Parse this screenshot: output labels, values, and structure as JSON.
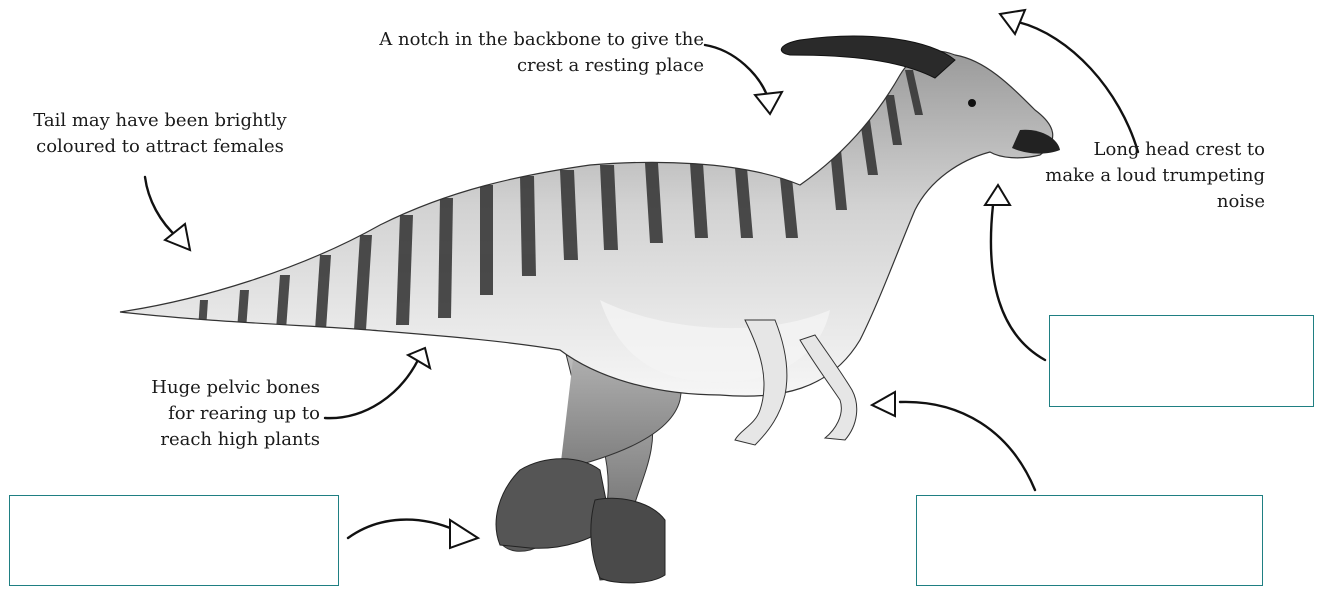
{
  "diagram": {
    "subject": "parasaurolophus-dinosaur",
    "labels": {
      "notch": [
        "A notch in the backbone to give the",
        "crest a resting place"
      ],
      "tail": [
        "Tail may have been brightly",
        "coloured to attract females"
      ],
      "crest": [
        "Long head crest to",
        "make a loud trumpeting",
        "noise"
      ],
      "pelvic": [
        "Huge pelvic bones",
        "for rearing up to",
        "reach high plants"
      ]
    },
    "answer_boxes": [
      {
        "id": "box-right-middle",
        "value": ""
      },
      {
        "id": "box-bottom-left",
        "value": ""
      },
      {
        "id": "box-bottom-right",
        "value": ""
      }
    ],
    "colors": {
      "box_border": "#1f7f82",
      "arrow": "#111111",
      "dino_light": "#efefef",
      "dino_stripe": "#3a3a3a"
    }
  }
}
